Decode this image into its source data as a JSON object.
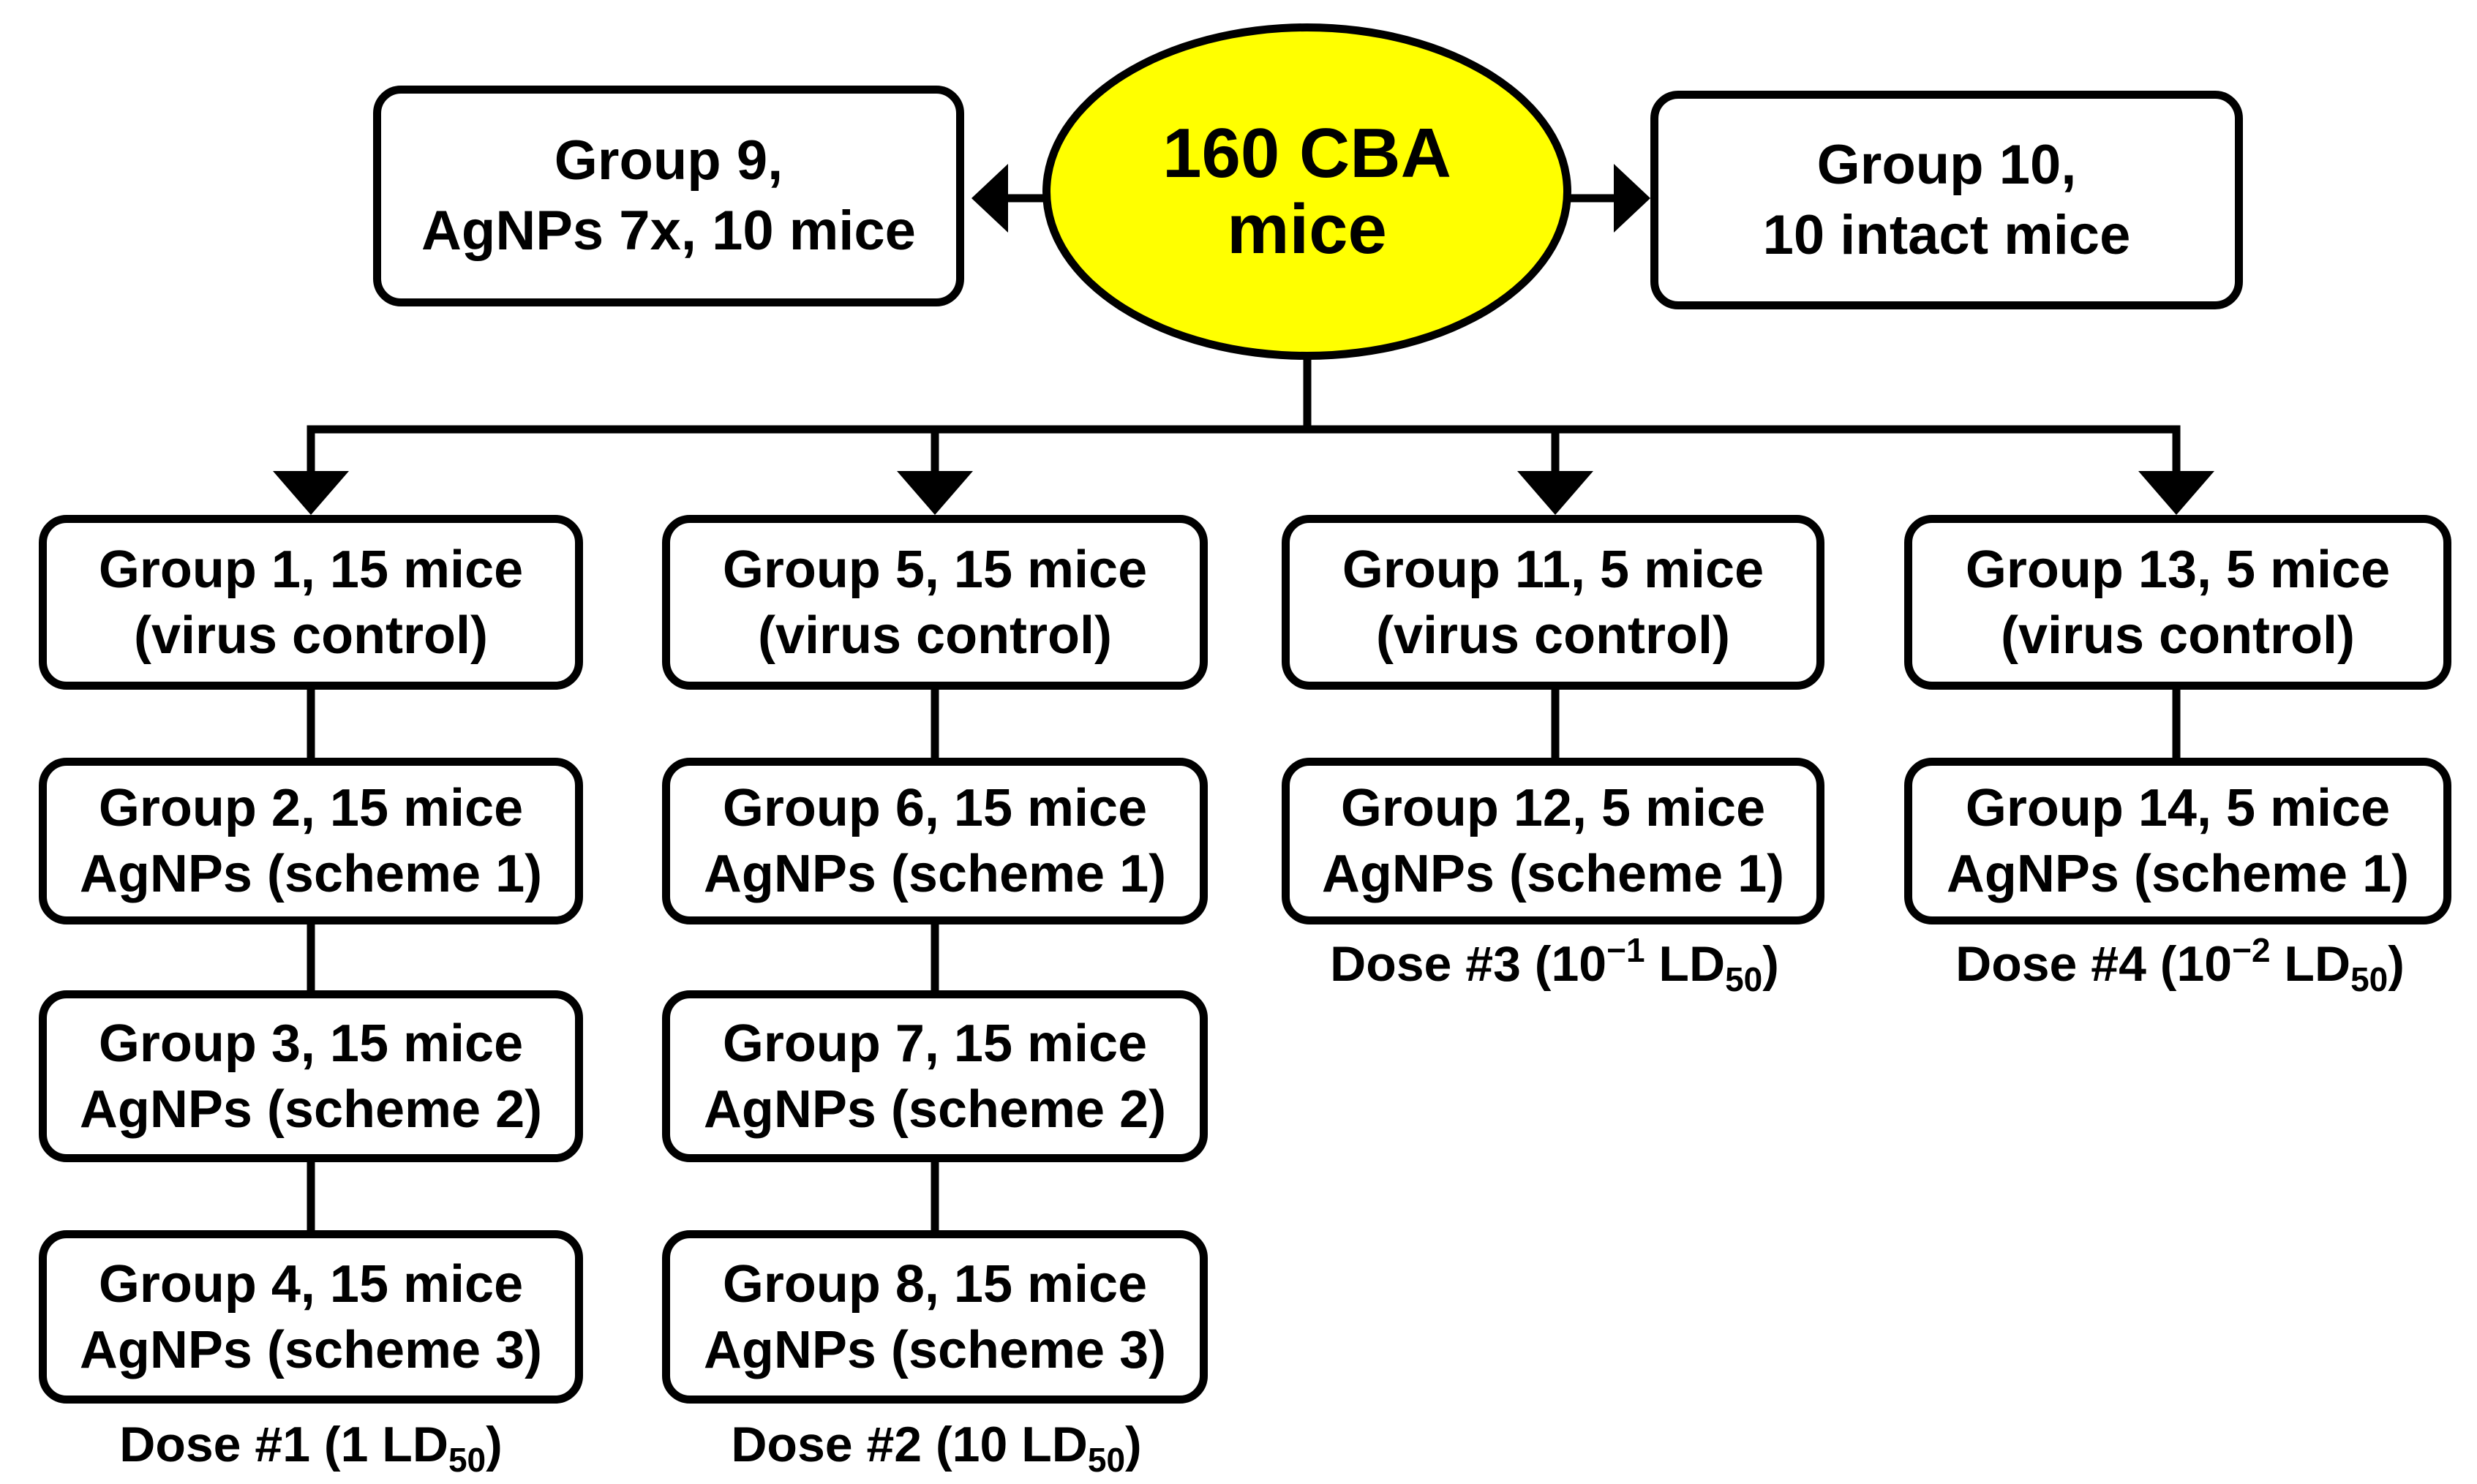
{
  "colors": {
    "root_fill": "#ffff00",
    "stroke": "#000000",
    "box_fill": "#ffffff"
  },
  "root": {
    "line1": "160 CBA",
    "line2": "mice"
  },
  "side_left": {
    "line1": "Group 9,",
    "line2": "AgNPs 7x, 10 mice"
  },
  "side_right": {
    "line1": "Group 10,",
    "line2": "10 intact mice"
  },
  "columns": [
    {
      "groups": [
        {
          "line1": "Group 1, 15 mice",
          "line2": "(virus control)"
        },
        {
          "line1": "Group 2, 15 mice",
          "line2": "AgNPs (scheme 1)"
        },
        {
          "line1": "Group 3, 15 mice",
          "line2": "AgNPs (scheme 2)"
        },
        {
          "line1": "Group 4, 15 mice",
          "line2": "AgNPs (scheme 3)"
        }
      ],
      "dose": {
        "prefix": "Dose #1 (",
        "exp": "",
        "unit": "1 LD",
        "sub": "50",
        "suffix": ")"
      }
    },
    {
      "groups": [
        {
          "line1": "Group 5, 15 mice",
          "line2": "(virus control)"
        },
        {
          "line1": "Group 6, 15 mice",
          "line2": "AgNPs (scheme 1)"
        },
        {
          "line1": "Group 7, 15 mice",
          "line2": "AgNPs (scheme 2)"
        },
        {
          "line1": "Group 8, 15 mice",
          "line2": "AgNPs (scheme 3)"
        }
      ],
      "dose": {
        "prefix": "Dose #2 (",
        "exp": "",
        "unit": "10 LD",
        "sub": "50",
        "suffix": ")"
      }
    },
    {
      "groups": [
        {
          "line1": "Group 11, 5 mice",
          "line2": "(virus control)"
        },
        {
          "line1": "Group 12, 5 mice",
          "line2": "AgNPs (scheme 1)"
        }
      ],
      "dose": {
        "prefix": "Dose #3 (10",
        "exp": "−1",
        "unit": " LD",
        "sub": "50",
        "suffix": ")"
      }
    },
    {
      "groups": [
        {
          "line1": "Group 13, 5 mice",
          "line2": "(virus control)"
        },
        {
          "line1": "Group 14, 5 mice",
          "line2": "AgNPs (scheme 1)"
        }
      ],
      "dose": {
        "prefix": "Dose #4 (10",
        "exp": "−2",
        "unit": " LD",
        "sub": "50",
        "suffix": ")"
      }
    }
  ]
}
